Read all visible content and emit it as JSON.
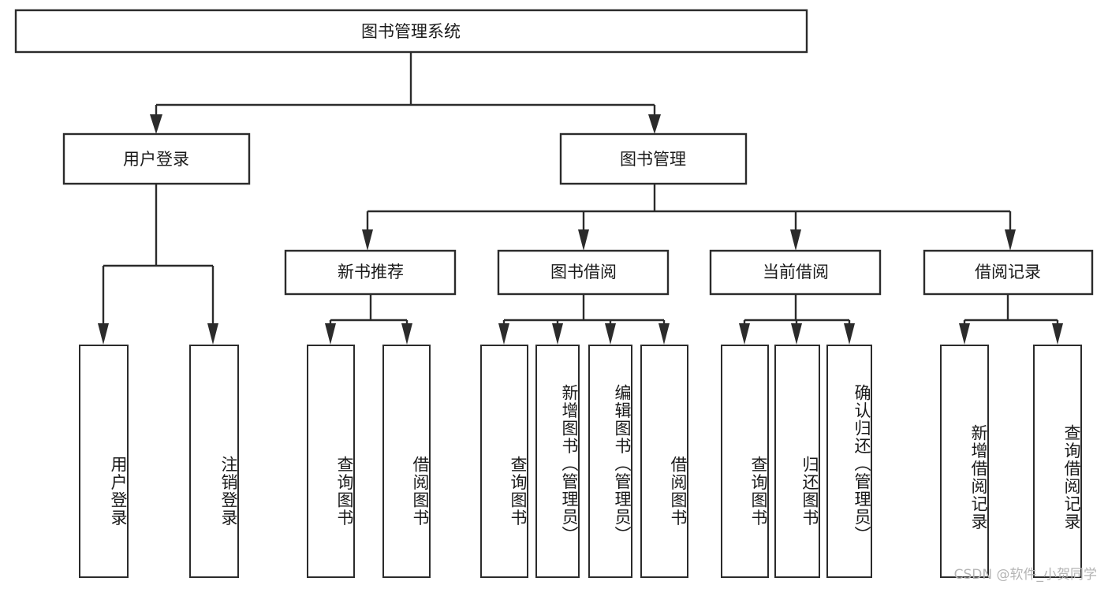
{
  "diagram": {
    "type": "hierarchy-tree",
    "title": "图书管理系统",
    "watermark": "CSDN @软件_小贺同学",
    "colors": {
      "stroke": "#2b2b2b",
      "fill": "#ffffff",
      "text": "#1a1a1a",
      "watermark": "#b4b4b4"
    },
    "root": {
      "label": "图书管理系统"
    },
    "level2": [
      {
        "label": "用户登录"
      },
      {
        "label": "图书管理"
      }
    ],
    "level3": [
      {
        "label": "新书推荐"
      },
      {
        "label": "图书借阅"
      },
      {
        "label": "当前借阅"
      },
      {
        "label": "借阅记录"
      }
    ],
    "leaves": {
      "user_login": [
        {
          "label": "用户登录"
        },
        {
          "label": "注销登录"
        }
      ],
      "new_book_recommend": [
        {
          "label": "查询图书"
        },
        {
          "label": "借阅图书"
        }
      ],
      "book_borrow": [
        {
          "label": "查询图书"
        },
        {
          "label": "新增图书（管理员）"
        },
        {
          "label": "编辑图书（管理员）"
        },
        {
          "label": "借阅图书"
        }
      ],
      "current_borrow": [
        {
          "label": "查询图书"
        },
        {
          "label": "归还图书"
        },
        {
          "label": "确认归还（管理员）"
        }
      ],
      "borrow_record": [
        {
          "label": "新增借阅记录"
        },
        {
          "label": "查询借阅记录"
        }
      ]
    }
  }
}
